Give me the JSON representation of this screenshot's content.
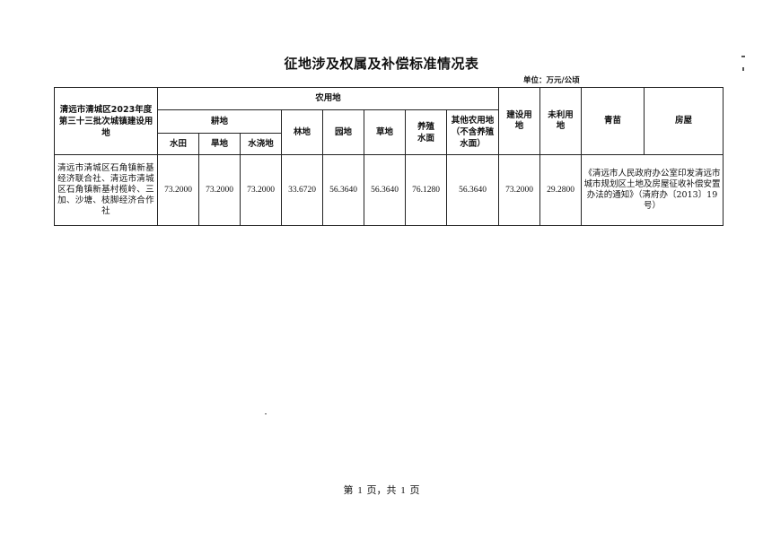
{
  "document": {
    "title": "征地涉及权属及补偿标准情况表",
    "unit": "单位：万元/公顷",
    "footer": "第 1 页，共 1 页"
  },
  "table": {
    "headers": {
      "land_name": "清远市清城区2023年度第三十三批次城镇建设用地",
      "agricultural": "农用地",
      "cultivated": "耕地",
      "paddy": "水田",
      "dry": "旱地",
      "irrigated": "水浇地",
      "forest": "林地",
      "garden": "园地",
      "grass": "草地",
      "aquaculture": "养殖水面",
      "other_agri": "其他农用地（不含养殖水面）",
      "construction": "建设用地",
      "unused": "未利用地",
      "crops": "青苗",
      "housing": "房屋"
    },
    "rows": [
      {
        "owner": "清远市清城区石角镇新基经济联合社、清远市清城区石角镇新基村榄岭、三加、沙塘、枝脚经济合作社",
        "paddy": "73.2000",
        "dry": "73.2000",
        "irrigated": "73.2000",
        "forest": "33.6720",
        "garden": "56.3640",
        "grass": "56.3640",
        "aquaculture": "76.1280",
        "other_agri": "56.3640",
        "construction": "73.2000",
        "unused": "29.2800",
        "crops_housing_basis": "《清远市人民政府办公室印发清远市城市规划区土地及房屋征收补偿安置办法的通知》（清府办〔2013〕19号）"
      }
    ]
  }
}
